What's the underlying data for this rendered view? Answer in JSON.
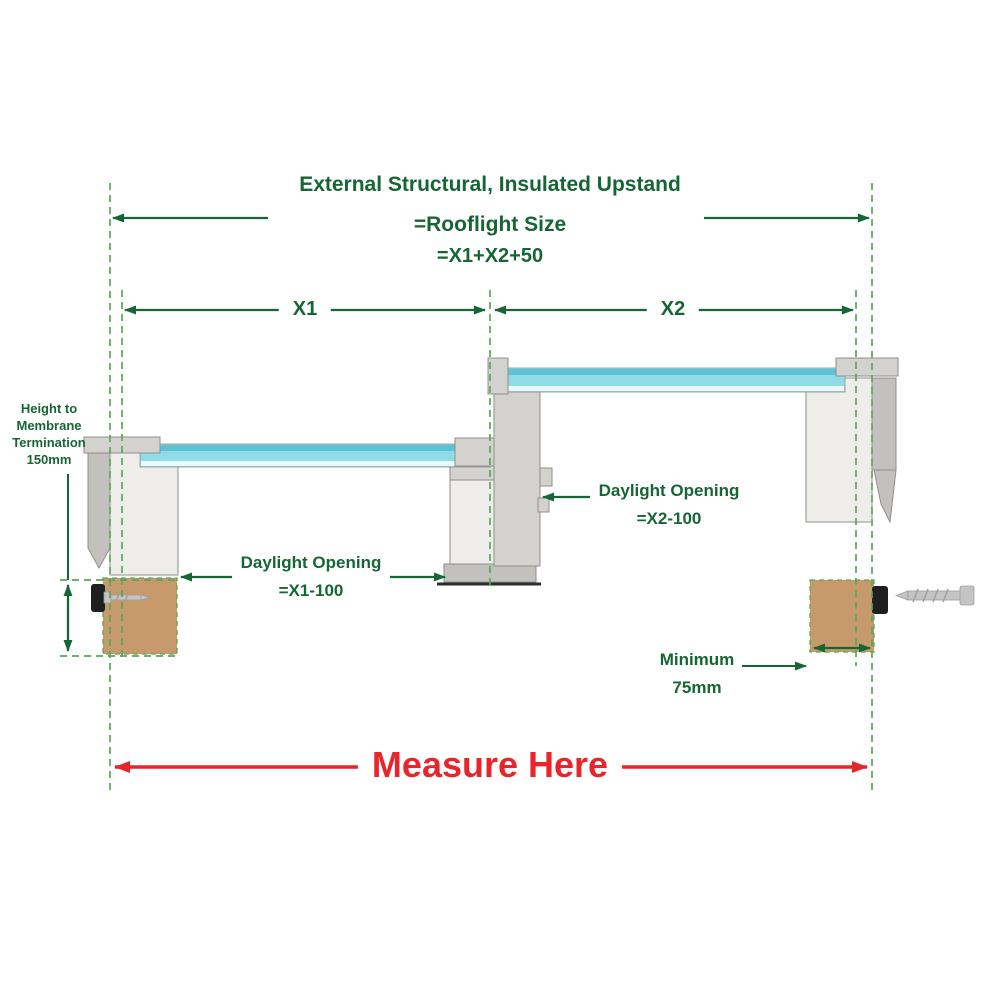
{
  "labels": {
    "upstand_title": "External Structural, Insulated Upstand",
    "rooflight_size": "=Rooflight Size",
    "formula": "=X1+X2+50",
    "x1": "X1",
    "x2": "X2",
    "membrane_height": "Height to\nMembrane\nTermination\n150mm",
    "daylight_left_title": "Daylight Opening",
    "daylight_left_value": "=X1-100",
    "daylight_right_title": "Daylight Opening",
    "daylight_right_value": "=X2-100",
    "minimum_title": "Minimum",
    "minimum_value": "75mm",
    "measure_here": "Measure Here"
  },
  "colors": {
    "dark_green": "#166534",
    "dashed_green": "#58a758",
    "red": "#e8252a",
    "glazing": "#8fdbe8",
    "glazing_dark": "#5cc3d6",
    "glazing_light": "#eafafc",
    "frame": "#d4d2ce",
    "frame_light": "#efede9",
    "frame_dark": "#c3c1bd",
    "frame_edge": "#918f8b",
    "timber": "#c79a6b",
    "seal": "#1f1f1f",
    "screw": "#c4c4c4"
  }
}
